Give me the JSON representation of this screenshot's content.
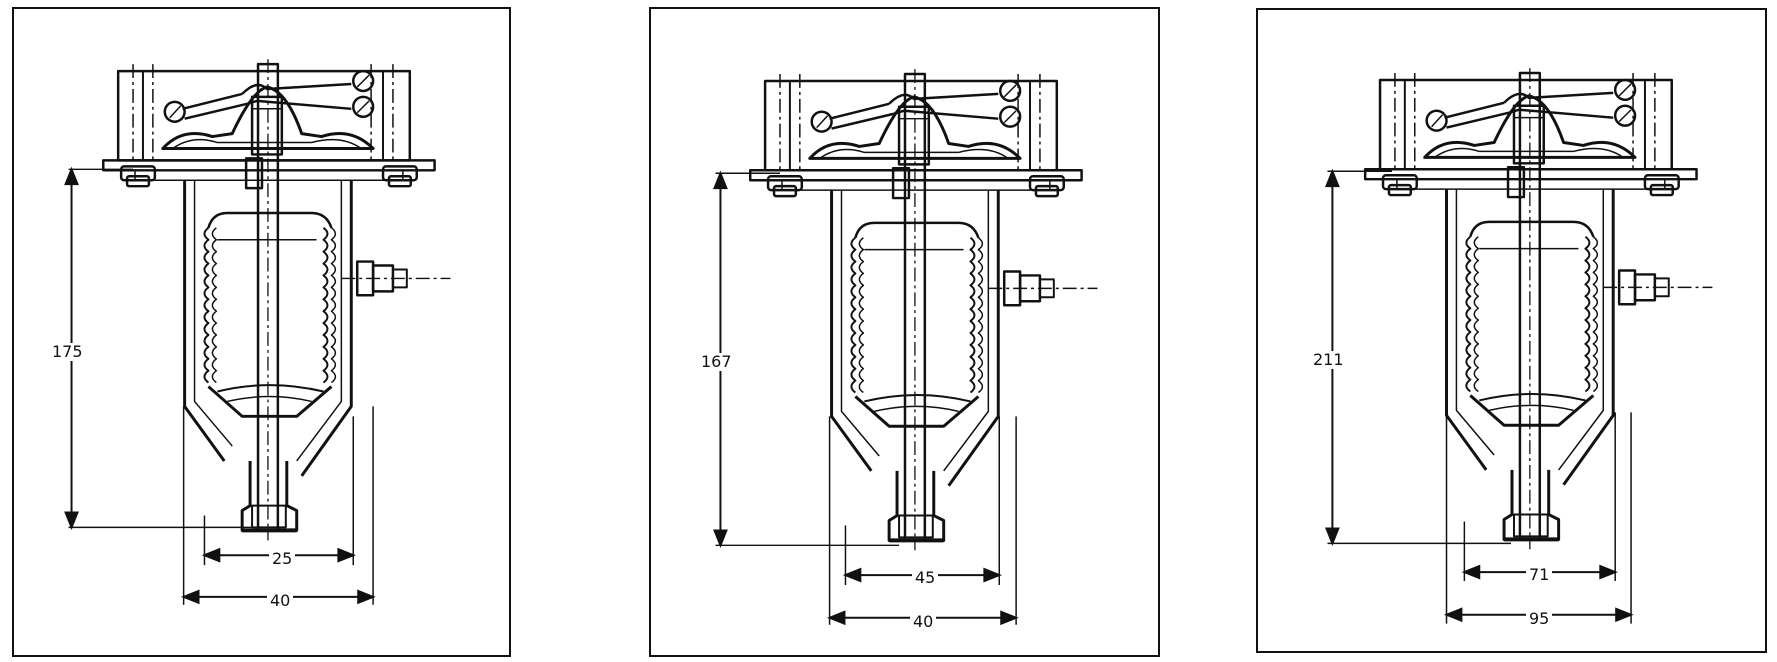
{
  "panels": [
    {
      "height_label": "175",
      "inner_width_label": "25",
      "outer_width_label": "40"
    },
    {
      "height_label": "167",
      "inner_width_label": "45",
      "outer_width_label": "40"
    },
    {
      "height_label": "211",
      "inner_width_label": "71",
      "outer_width_label": "95"
    }
  ]
}
